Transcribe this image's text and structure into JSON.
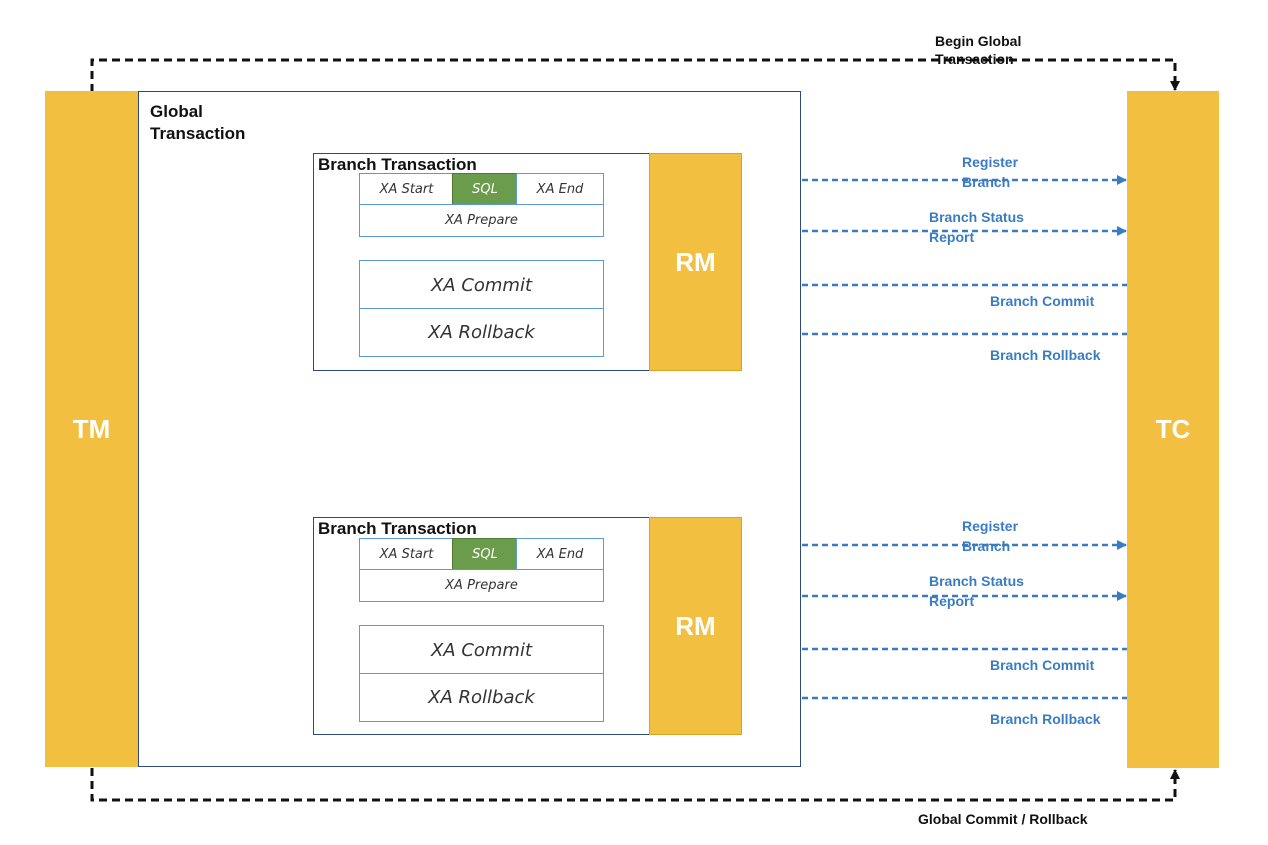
{
  "tm": {
    "label": "TM"
  },
  "tc": {
    "label": "TC"
  },
  "global": {
    "title": "Global\nTransaction"
  },
  "begin_label": "Begin Global\nTransaction",
  "end_label": "Global Commit / Rollback",
  "branches": [
    {
      "title": "Branch Transaction",
      "xa_start": "XA Start",
      "sql": "SQL",
      "xa_end": "XA End",
      "xa_prepare": "XA Prepare",
      "xa_commit": "XA Commit",
      "xa_rollback": "XA Rollback",
      "rm": "RM",
      "messages": {
        "register": "Register\nBranch",
        "status": "Branch Status\nReport",
        "commit": "Branch Commit",
        "rollback": "Branch Rollback"
      }
    },
    {
      "title": "Branch Transaction",
      "xa_start": "XA Start",
      "sql": "SQL",
      "xa_end": "XA End",
      "xa_prepare": "XA Prepare",
      "xa_commit": "XA Commit",
      "xa_rollback": "XA Rollback",
      "rm": "RM",
      "messages": {
        "register": "Register\nBranch",
        "status": "Branch Status\nReport",
        "commit": "Branch Commit",
        "rollback": "Branch Rollback"
      }
    }
  ],
  "colors": {
    "bar": "#F2BF40",
    "sql": "#6A9C4B",
    "arrow": "#3A7CC4",
    "border": "#2E4A7A"
  }
}
